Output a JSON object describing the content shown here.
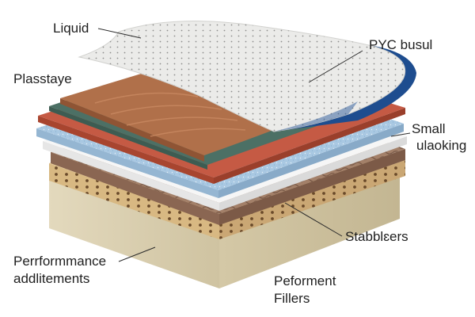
{
  "labels": {
    "liquid": "Liquid",
    "pvc_busul": "PYC busul",
    "plasstaye": "Plasstaye",
    "small_line1": "Small",
    "small_line2": "ulaoking",
    "stabblsers": "Stabblɛers",
    "performance_line1": "Perrformmance",
    "performance_line2": "addlitements",
    "peforment_line1": "Peforment",
    "peforment_line2": "Fillers"
  },
  "colors": {
    "top_sheet": "#ebebe9",
    "top_sheet_back": "#1e4d8f",
    "copper_layer": "#b0704a",
    "green_layer": "#4c7065",
    "red_layer": "#c55a44",
    "blue_foam": "#a9c8e2",
    "white_layer": "#f4f4f4",
    "quilted_layer": "#93705a",
    "perforated_foam": "#ddbe8a",
    "base_block": "#dacfae"
  }
}
